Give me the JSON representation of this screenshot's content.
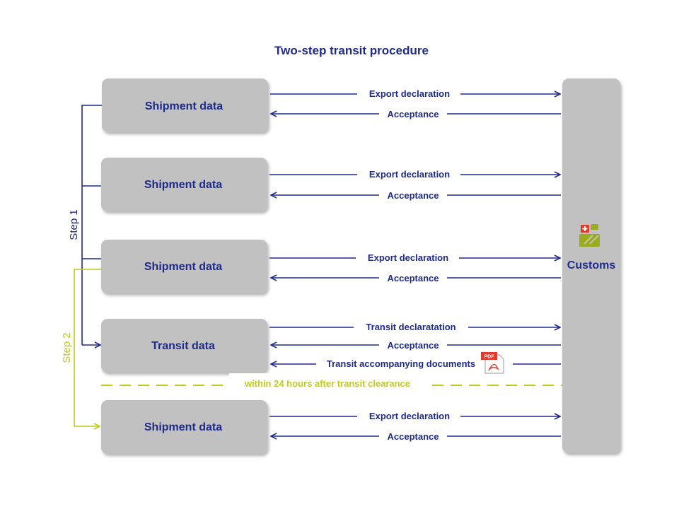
{
  "title": "Two-step transit procedure",
  "customs": {
    "label": "Customs"
  },
  "steps": {
    "step1": "Step 1",
    "step2": "Step 2"
  },
  "boxes": [
    {
      "label": "Shipment data",
      "msg_out": "Export declaration",
      "msg_in": "Acceptance"
    },
    {
      "label": "Shipment data",
      "msg_out": "Export declaration",
      "msg_in": "Acceptance"
    },
    {
      "label": "Shipment data",
      "msg_out": "Export declaration",
      "msg_in": "Acceptance"
    },
    {
      "label": "Transit data",
      "msg_out": "Transit declaratation",
      "msg_in": "Acceptance",
      "msg_in2": "Transit accompanying documents"
    },
    {
      "label": "Shipment data",
      "msg_out": "Export declaration",
      "msg_in": "Acceptance"
    }
  ],
  "deadline": "within 24 hours after transit clearance",
  "pdf_badge": "PDF",
  "colors": {
    "navy": "#1f2a8a",
    "lime": "#bfcc1e",
    "box": "#c1c1c1",
    "pdf_red": "#e03a2a"
  }
}
